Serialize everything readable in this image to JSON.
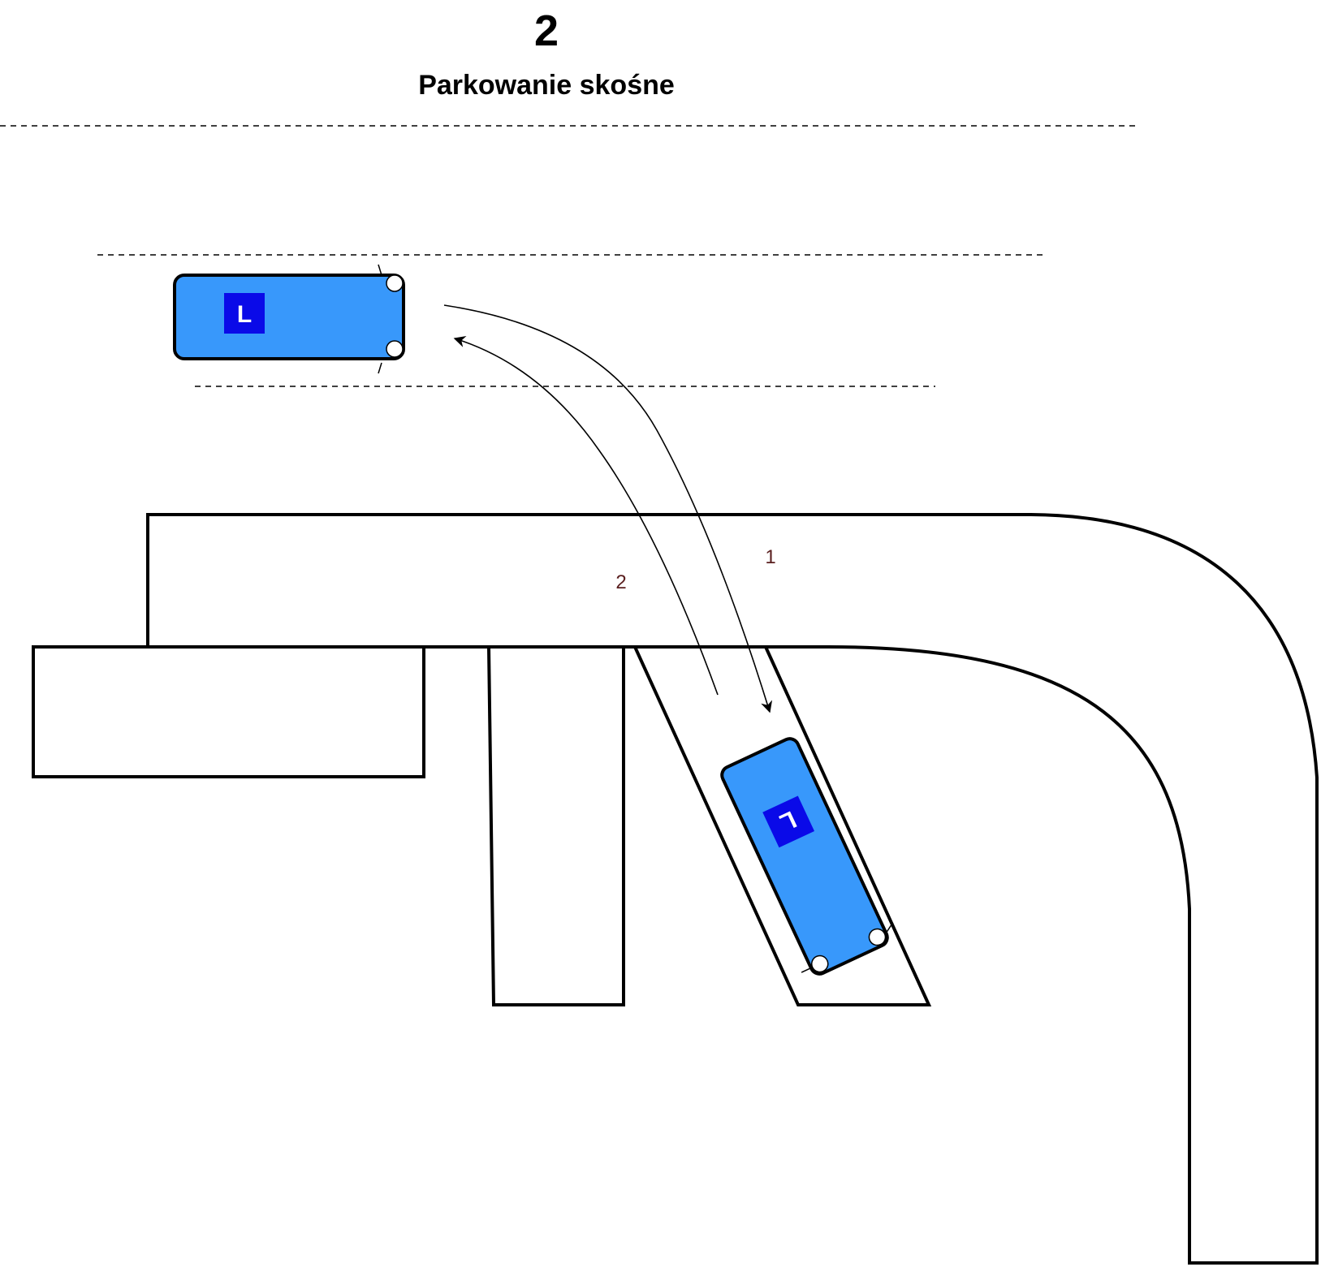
{
  "header": {
    "number": "2",
    "title": "Parkowanie skośne"
  },
  "paths": {
    "path_1_label": "1",
    "path_2_label": "2"
  },
  "car": {
    "badge_letter": "L"
  },
  "colors": {
    "car_body": "#3898fb",
    "badge": "#0a0ae8",
    "badge_text": "#ffffff",
    "path_label": "#5a1f1f",
    "lines": "#000000"
  }
}
